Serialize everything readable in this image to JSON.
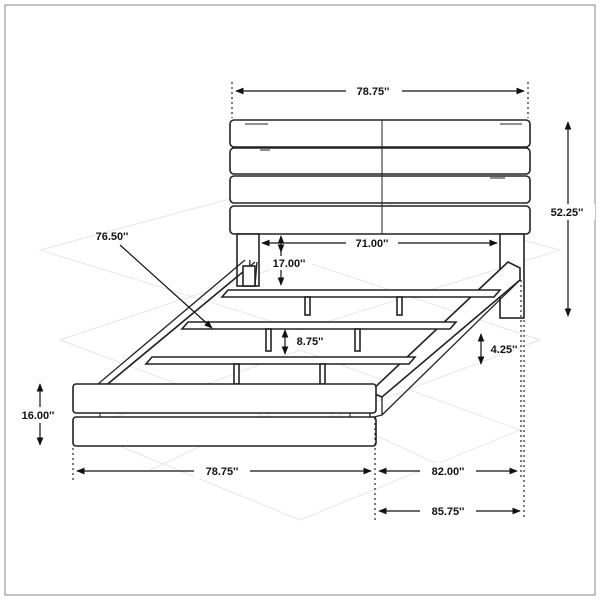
{
  "dimensions": {
    "headboard_width": "78.75''",
    "headboard_height": "52.25''",
    "inner_width": "71.00''",
    "leg_clearance": "17.00''",
    "diagonal": "76.50''",
    "slat_spacing": "8.75''",
    "rail_height": "4.25''",
    "footboard_height": "16.00''",
    "bed_width": "78.75''",
    "inner_length": "82.00''",
    "overall_length": "85.75''"
  }
}
